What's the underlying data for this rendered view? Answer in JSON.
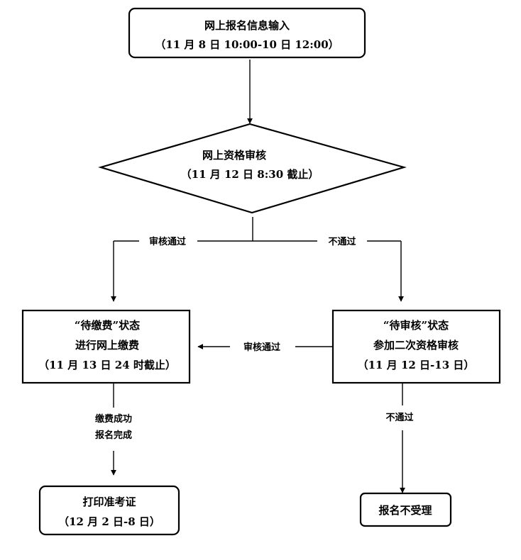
{
  "nodes": {
    "start": {
      "line1": "网上报名信息输入",
      "line2": "（11 月 8 日 10:00-10 日 12:00）"
    },
    "review": {
      "line1": "网上资格审核",
      "line2": "（11 月 12 日 8:30 截止）"
    },
    "pending_pay": {
      "line1": "“待缴费”状态",
      "line2": "进行网上缴费",
      "line3": "（11 月 13 日 24 时截止）"
    },
    "pending_review": {
      "line1": "“待审核”状态",
      "line2": "参加二次资格审核",
      "line3": "（11 月 12 日-13 日）"
    },
    "print": {
      "line1": "打印准考证",
      "line2": "（12 月 2 日-8 日）"
    },
    "reject": {
      "line1": "报名不受理"
    }
  },
  "edges": {
    "pass1": "审核通过",
    "fail1": "不通过",
    "pass2": "审核通过",
    "paid_line1": "缴费成功",
    "paid_line2": "报名完成",
    "fail2": "不通过"
  }
}
